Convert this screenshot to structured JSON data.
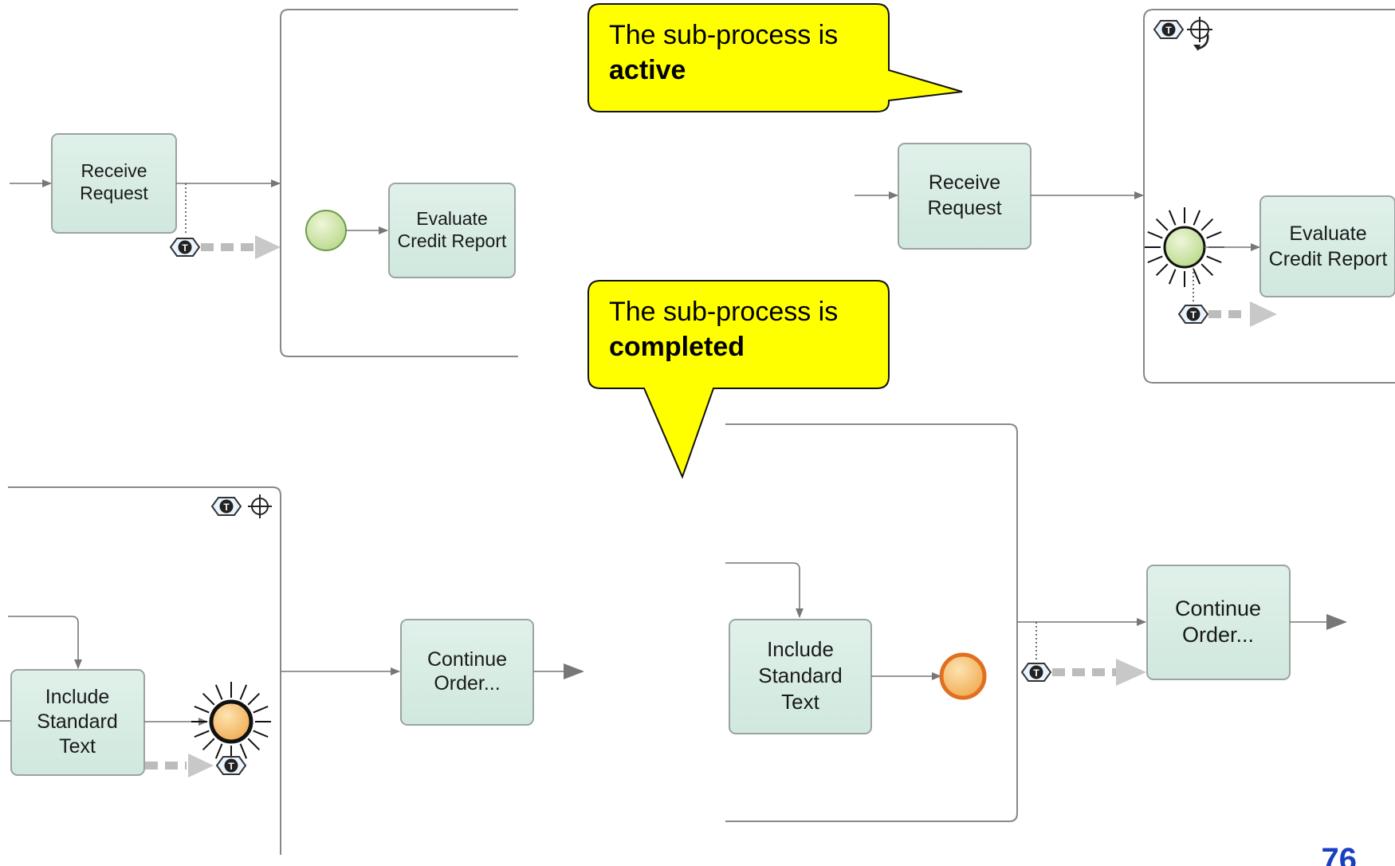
{
  "callouts": {
    "active": {
      "line1": "The sub-process is",
      "line2": "active"
    },
    "completed": {
      "line1": "The sub-process is",
      "line2": "completed"
    }
  },
  "tasks": {
    "receive_request": "Receive\nRequest",
    "evaluate_credit_report": "Evaluate\nCredit Report",
    "include_standard_text": "Include\nStandard\nText",
    "continue_order": "Continue\nOrder..."
  },
  "timer_marker": "T",
  "page_number": "76",
  "colors": {
    "task_fill": "#d6ebe3",
    "task_stroke": "#9aa4a0",
    "start_event": "#cfe4a8",
    "end_event": "#f0b860",
    "end_stroke": "#e07020",
    "callout_fill": "#ffff00",
    "page_number": "#1a3fbf"
  }
}
